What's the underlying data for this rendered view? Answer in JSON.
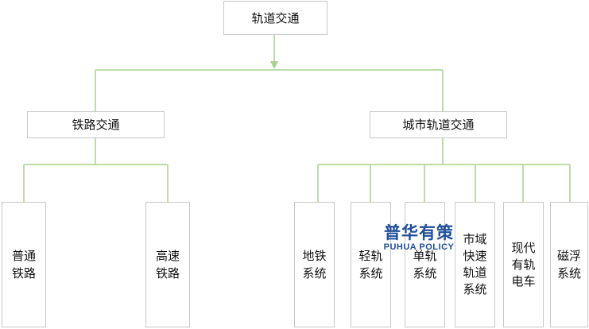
{
  "root": {
    "label": "轨道交通"
  },
  "branches": {
    "railway": {
      "label": "铁路交通"
    },
    "urban": {
      "label": "城市轨道交通"
    }
  },
  "leaves": {
    "conventional": "普通\n铁路",
    "highspeed": "高速\n铁路",
    "metro": "地铁\n系统",
    "lightrail": "轻轨\n系统",
    "monorail": "单轨\n系统",
    "rapid": "市域\n快速\n轨道\n系统",
    "tram": "现代\n有轨\n电车",
    "maglev": "磁浮\n系统"
  },
  "watermark": {
    "cn": "普华有策",
    "en": "PUHUA POLICY"
  },
  "colors": {
    "connector": "#a9d18e",
    "border": "#c8c8c8",
    "watermark": "#1f4e9b"
  }
}
